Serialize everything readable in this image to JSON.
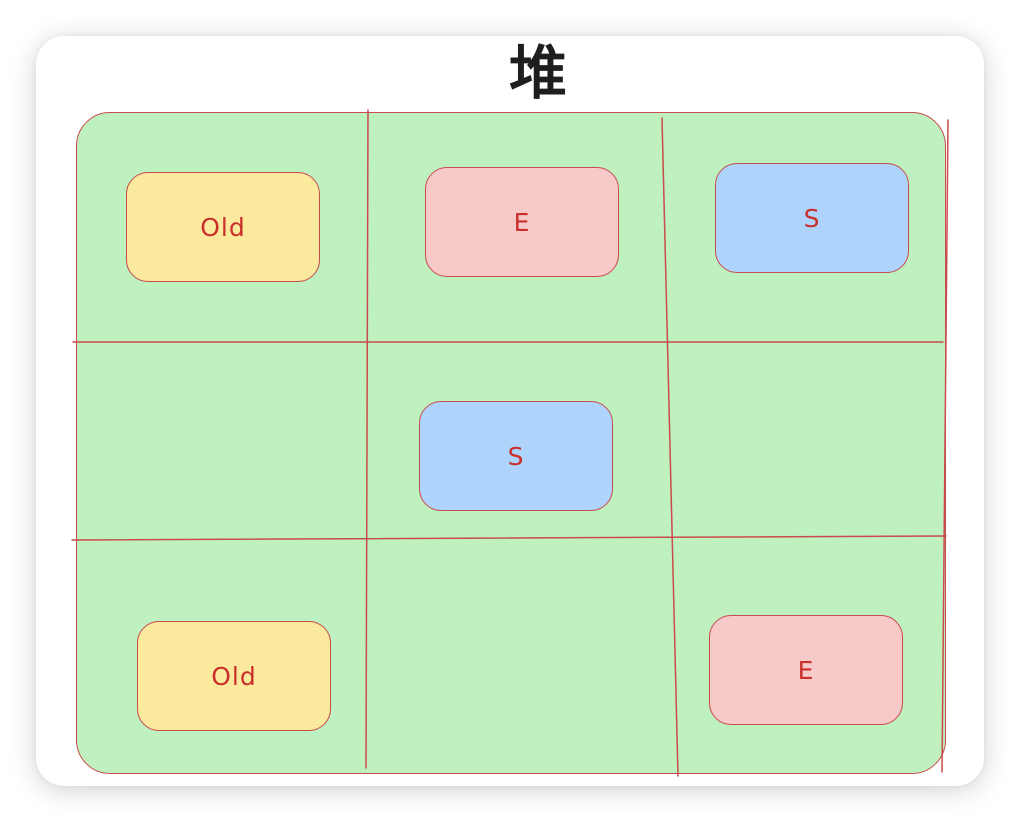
{
  "title": "堆",
  "colors": {
    "heap_fill": "#bff0c0",
    "stroke": "#c94b4b",
    "old_fill": "#fbe99d",
    "eden_fill": "#f7c9c9",
    "survivor_fill": "#aed4fb",
    "label_color": "#c9302c"
  },
  "grid": {
    "rows": 3,
    "cols": 3
  },
  "regions": [
    {
      "label": "Old",
      "kind": "old",
      "row": 1,
      "col": 1
    },
    {
      "label": "E",
      "kind": "eden",
      "row": 1,
      "col": 2
    },
    {
      "label": "S",
      "kind": "survivor",
      "row": 1,
      "col": 3
    },
    {
      "label": "S",
      "kind": "survivor",
      "row": 2,
      "col": 2
    },
    {
      "label": "Old",
      "kind": "old",
      "row": 3,
      "col": 1
    },
    {
      "label": "E",
      "kind": "eden",
      "row": 3,
      "col": 3
    }
  ]
}
